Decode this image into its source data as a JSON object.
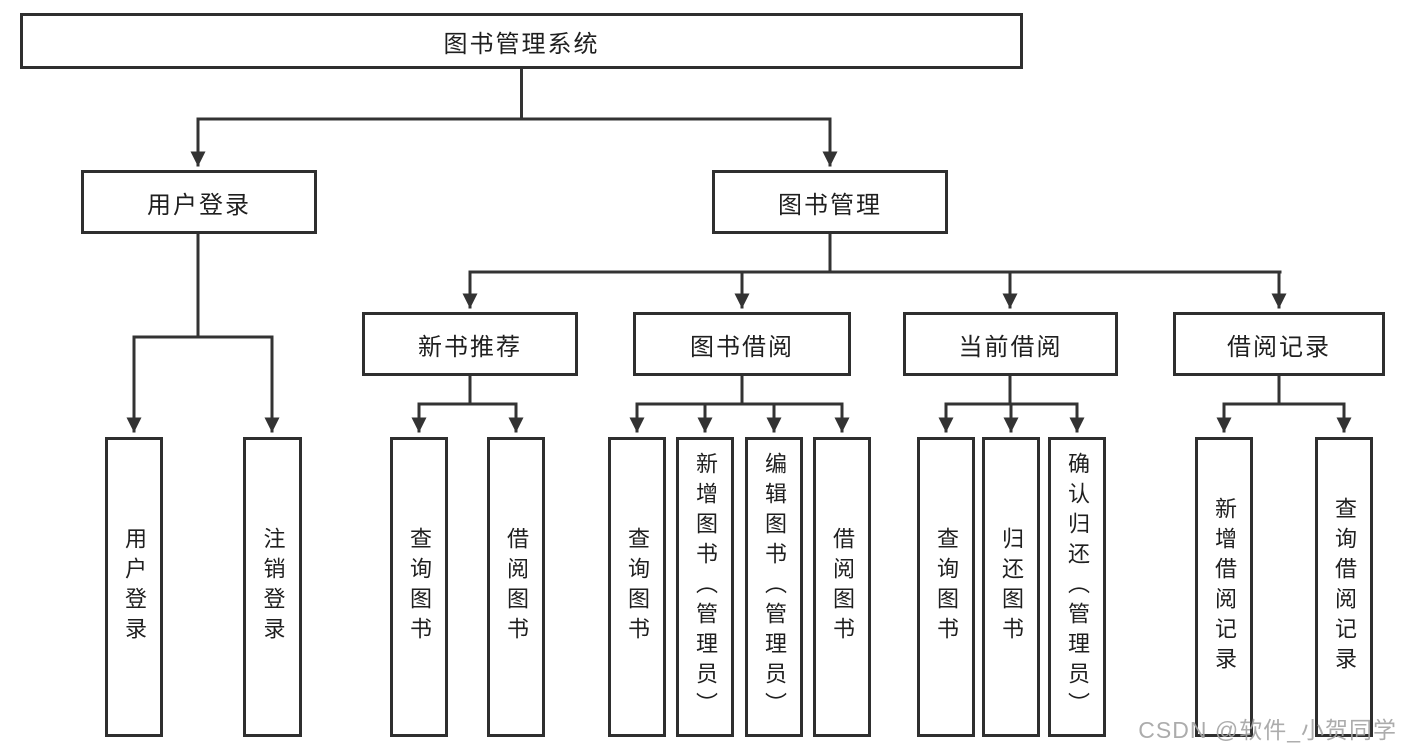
{
  "tree": {
    "label": "图书管理系统",
    "children": [
      {
        "label": "用户登录",
        "children": [
          {
            "label": "用户登录"
          },
          {
            "label": "注销登录"
          }
        ]
      },
      {
        "label": "图书管理",
        "children": [
          {
            "label": "新书推荐",
            "children": [
              {
                "label": "查询图书"
              },
              {
                "label": "借阅图书"
              }
            ]
          },
          {
            "label": "图书借阅",
            "children": [
              {
                "label": "查询图书"
              },
              {
                "label": "新增图书（管理员）"
              },
              {
                "label": "编辑图书（管理员）"
              },
              {
                "label": "借阅图书"
              }
            ]
          },
          {
            "label": "当前借阅",
            "children": [
              {
                "label": "查询图书"
              },
              {
                "label": "归还图书"
              },
              {
                "label": "确认归还（管理员）"
              }
            ]
          },
          {
            "label": "借阅记录",
            "children": [
              {
                "label": "新增借阅记录"
              },
              {
                "label": "查询借阅记录"
              }
            ]
          }
        ]
      }
    ]
  },
  "watermark": {
    "text": "CSDN @软件_小贺同学"
  },
  "colors": {
    "line": "#333333",
    "box_border": "#2f2f2f",
    "box_background": "#ffffff",
    "text": "#1f1f1f",
    "watermark": "#a5a5a5",
    "page_background": "#ffffff"
  }
}
